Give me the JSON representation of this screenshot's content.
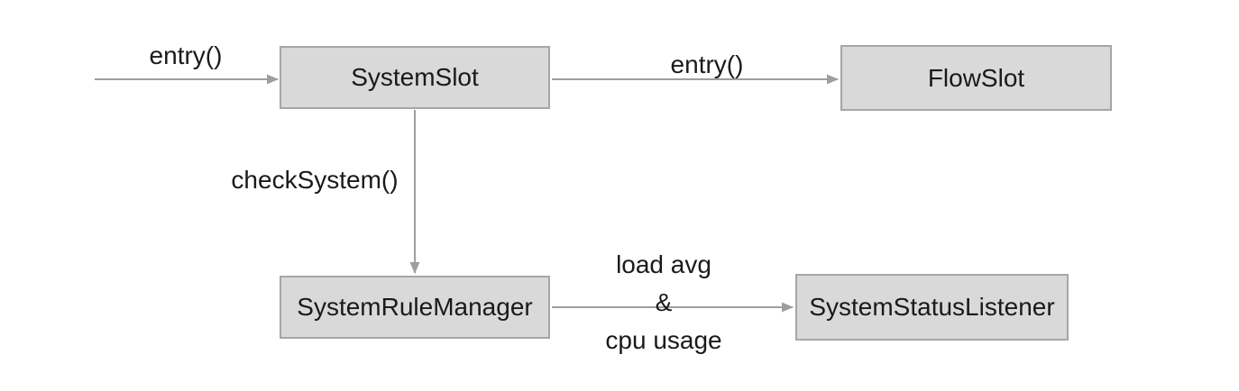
{
  "diagram": {
    "colors": {
      "background": "#ffffff",
      "node_fill": "#d9d9d9",
      "node_border": "#a6a6a6",
      "arrow": "#9e9e9e",
      "text": "#1a1a1a"
    },
    "nodes": {
      "system_slot": {
        "label": "SystemSlot"
      },
      "flow_slot": {
        "label": "FlowSlot"
      },
      "system_rule_manager": {
        "label": "SystemRuleManager"
      },
      "system_status_listener": {
        "label": "SystemStatusListener"
      }
    },
    "edges": {
      "entry_in": {
        "label": "entry()",
        "from": "external",
        "to": "SystemSlot"
      },
      "entry_to_flow": {
        "label": "entry()",
        "from": "SystemSlot",
        "to": "FlowSlot"
      },
      "check_system": {
        "label": "checkSystem()",
        "from": "SystemSlot",
        "to": "SystemRuleManager"
      },
      "load_cpu": {
        "label_lines": [
          "load avg",
          "&",
          "cpu usage"
        ],
        "from": "SystemRuleManager",
        "to": "SystemStatusListener"
      }
    }
  }
}
